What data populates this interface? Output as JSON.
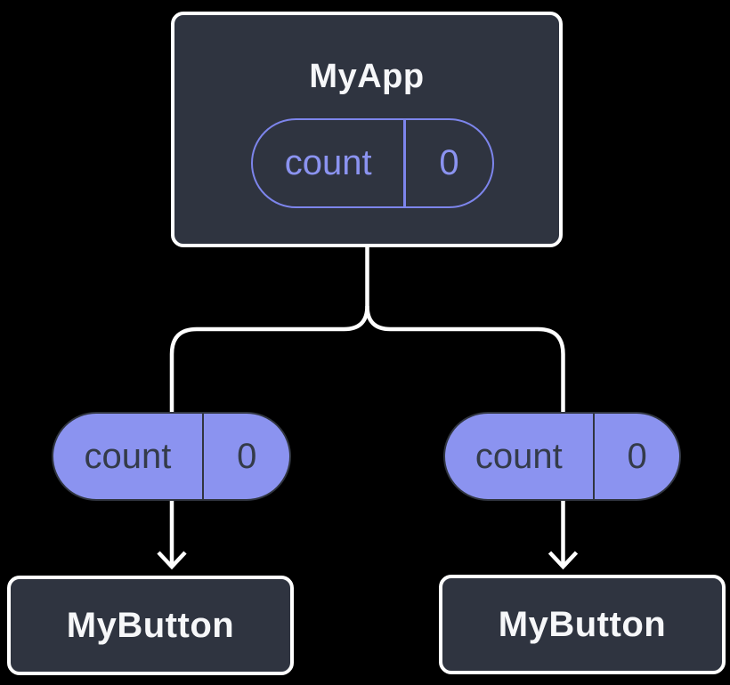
{
  "root": {
    "title": "MyApp",
    "state": {
      "name": "count",
      "value": "0"
    }
  },
  "props": [
    {
      "name": "count",
      "value": "0"
    },
    {
      "name": "count",
      "value": "0"
    }
  ],
  "children": [
    {
      "title": "MyButton"
    },
    {
      "title": "MyButton"
    }
  ],
  "colors": {
    "background": "#000000",
    "node_fill": "#2F3440",
    "node_border": "#FFFFFF",
    "node_text": "#F6F7F9",
    "accent": "#8B93F0",
    "accent_stroke": "#7D85EC",
    "pill_dark_text": "#343B49",
    "pill_dark_border": "#30353F",
    "connector": "#FFFFFF"
  }
}
